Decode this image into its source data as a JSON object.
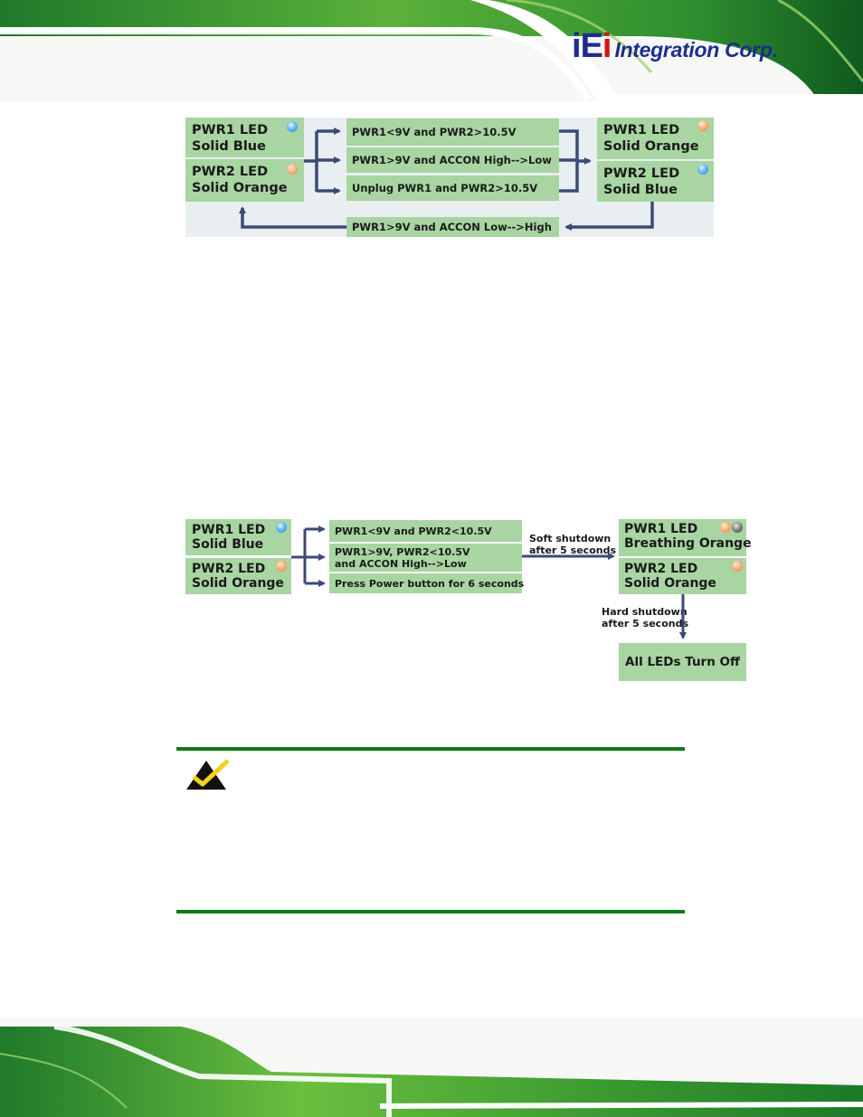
{
  "header": {
    "logo_iei_i": "i",
    "logo_iei_e": "E",
    "logo_iei_i2": "i",
    "logo_text": "Integration Corp."
  },
  "diagram1": {
    "left_top": {
      "line1": "PWR1 LED",
      "line2": "Solid Blue",
      "dot": "blue"
    },
    "left_bottom": {
      "line1": "PWR2 LED",
      "line2": "Solid Orange",
      "dot": "orange"
    },
    "conditions": [
      "PWR1<9V and PWR2>10.5V",
      "PWR1>9V and ACCON High-->Low",
      "Unplug PWR1 and PWR2>10.5V"
    ],
    "right_top": {
      "line1": "PWR1 LED",
      "line2": "Solid Orange",
      "dot": "orange"
    },
    "right_bottom": {
      "line1": "PWR2 LED",
      "line2": "Solid Blue",
      "dot": "blue"
    },
    "return_condition": "PWR1>9V and ACCON Low-->High"
  },
  "diagram2": {
    "left_top": {
      "line1": "PWR1 LED",
      "line2": "Solid Blue",
      "dot": "blue"
    },
    "left_bottom": {
      "line1": "PWR2 LED",
      "line2": "Solid Orange",
      "dot": "orange"
    },
    "conditions": [
      "PWR1<9V and PWR2<10.5V",
      "PWR1>9V, PWR2<10.5V and ACCON High-->Low",
      "Press Power button  for 6 seconds"
    ],
    "soft_label_1": "Soft shutdown",
    "soft_label_2": "after 5 seconds",
    "right_top": {
      "line1": "PWR1 LED",
      "line2": "Breathing Orange",
      "dot": "orange-grey"
    },
    "right_bottom": {
      "line1": "PWR2 LED",
      "line2": "Solid Orange",
      "dot": "orange"
    },
    "hard_label_1": "Hard shutdown",
    "hard_label_2": "after 5 seconds",
    "final": "All LEDs Turn Off"
  },
  "note": {
    "icon": "checkmark-note-icon",
    "rule_color": "#0e7a16"
  },
  "colors": {
    "box_green": "#a8d5a2",
    "arrow": "#3d4a78",
    "logo_blue": "#1d2c8c",
    "logo_red": "#d6121b"
  }
}
